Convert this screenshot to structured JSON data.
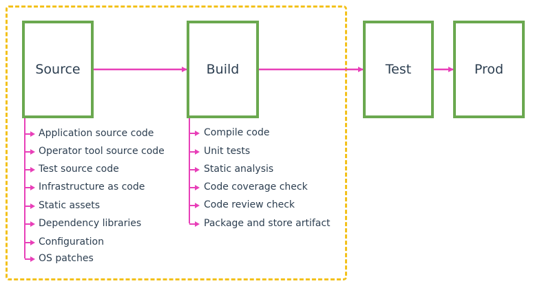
{
  "colors": {
    "stage_border": "#6aa84f",
    "arrow": "#e83fb8",
    "dashed_group": "#f3c11b",
    "text": "#2c3e50"
  },
  "stages": {
    "source": "Source",
    "build": "Build",
    "test": "Test",
    "prod": "Prod"
  },
  "source_items": [
    "Application source code",
    "Operator tool source code",
    "Test source code",
    "Infrastructure as code",
    "Static assets",
    "Dependency libraries",
    "Configuration",
    "OS patches"
  ],
  "build_items": [
    "Compile code",
    "Unit tests",
    "Static analysis",
    "Code coverage check",
    "Code review check",
    "Package and store artifact"
  ]
}
